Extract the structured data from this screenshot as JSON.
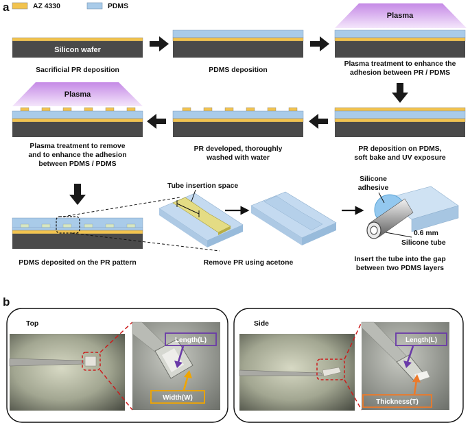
{
  "panel_a": {
    "letter": "a",
    "legend": [
      {
        "label": "AZ 4330",
        "color": "#f2c34e"
      },
      {
        "label": "PDMS",
        "color": "#a9cbe9"
      }
    ],
    "wafer_label": "Silicon wafer",
    "plasma_label": "Plasma",
    "steps": {
      "s1": [
        "Sacrificial PR deposition"
      ],
      "s2": [
        "PDMS deposition"
      ],
      "s3": [
        "Plasma treatment to enhance the",
        "adhesion between PR / PDMS"
      ],
      "s4": [
        "PR deposition on PDMS,",
        "soft bake and UV exposure"
      ],
      "s5": [
        "PR developed, thoroughly",
        "washed with water"
      ],
      "s6": [
        "Plasma treatment to remove",
        "and to enhance the adhesion",
        "between PDMS / PDMS"
      ],
      "s7": [
        "PDMS deposited on the PR pattern"
      ],
      "s8": [
        "Remove PR using acetone"
      ],
      "s9": [
        "Insert the tube into the gap",
        "between two PDMS layers"
      ]
    },
    "tube_space_label": "Tube insertion space",
    "adhesive_label": [
      "Silicone",
      "adhesive"
    ],
    "tube_size_label": "0.6 mm",
    "tube_name_label": "Silicone tube"
  },
  "panel_b": {
    "letter": "b",
    "top_label": "Top",
    "side_label": "Side",
    "length_label": "Length(L)",
    "width_label": "Width(W)",
    "thickness_label": "Thickness(T)"
  },
  "colors": {
    "pr": "#f2c34e",
    "pdms": "#a9cbe9",
    "wafer": "#4a4a4a",
    "plasma": "#d9b3ec",
    "length_box": "#6a3aa8",
    "width_box": "#f0a500",
    "thickness_box": "#ec7a2a",
    "zoom_lines": "#cc1c1c"
  }
}
